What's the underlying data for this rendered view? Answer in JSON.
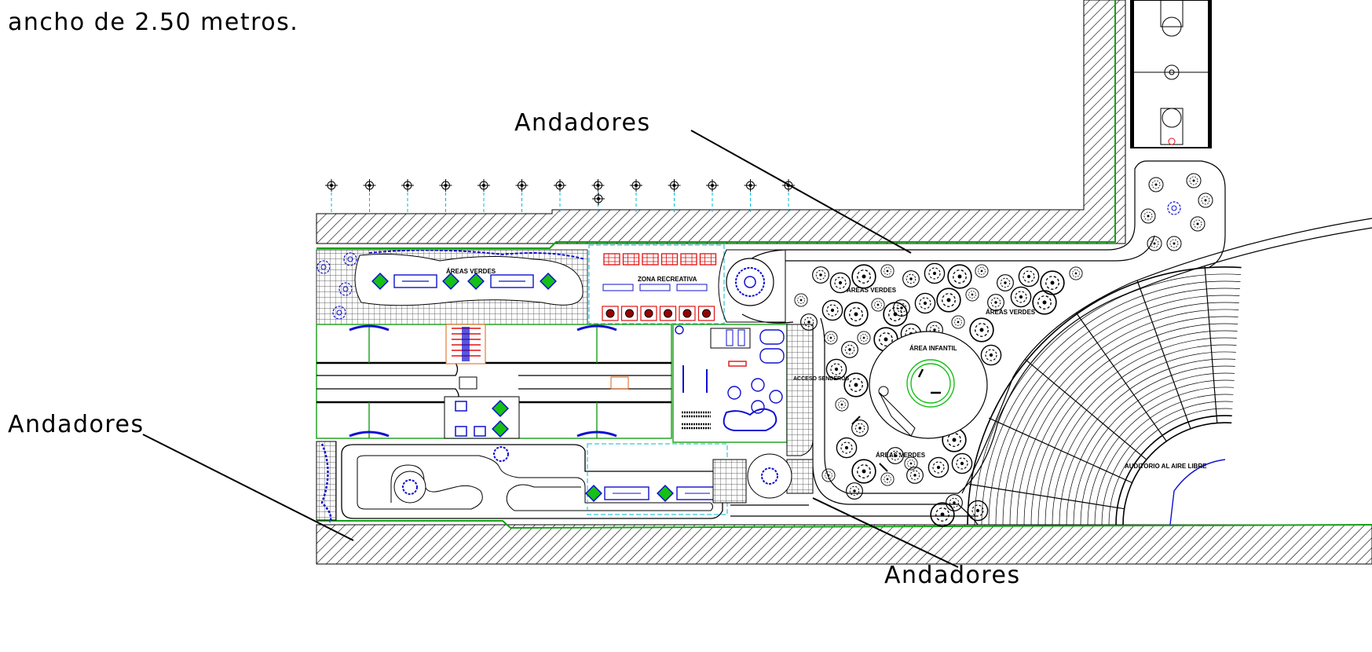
{
  "intro_text": "ancho de 2.50 metros.",
  "callouts": [
    {
      "text": "Andadores"
    },
    {
      "text": "Andadores"
    },
    {
      "text": "Andadores"
    }
  ],
  "zone_labels": {
    "areas_verdes_top": "ÁREAS VERDES",
    "zona_recreativa": "ZONA RECREATIVA",
    "areas_verdes_park1": "ÁREAS VERDES",
    "areas_verdes_park2": "ÁREAS VERDES",
    "area_infantil": "ÁREA INFANTIL",
    "acceso_senderos": "ACCESO SENDEROS",
    "areas_verdes_bottom": "ÁREAS VERDES",
    "auditorio": "AUDITORIO AL AIRE LIBRE"
  },
  "colors": {
    "boundary_green": "#16a016",
    "plan_blue": "#1010d0",
    "furniture_red": "#e01010",
    "axis_cyan": "#00b8d8",
    "hatch": "#000000"
  }
}
